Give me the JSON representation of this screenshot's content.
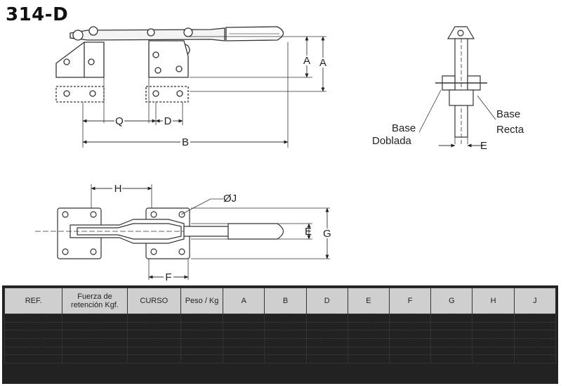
{
  "title": "314-D",
  "labels": {
    "A_inner": "A",
    "A_outer": "A",
    "Q": "Q",
    "D": "D",
    "B": "B",
    "H": "H",
    "J": "ØJ",
    "E_top": "E",
    "G": "G",
    "F": "F",
    "base_doblada_1": "Base",
    "base_doblada_2": "Doblada",
    "base_recta_1": "Base",
    "base_recta_2": "Recta",
    "E_side": "E"
  },
  "table": {
    "headers": [
      "REF.",
      "Fuerza de retención Kgf.",
      "CURSO",
      "Peso / Kg",
      "A",
      "B",
      "D",
      "E",
      "F",
      "G",
      "H",
      "J"
    ],
    "rows": [
      [
        "310-D",
        "170",
        "50",
        "0.3",
        "38",
        "175",
        "19",
        "32",
        "35",
        "49",
        "48",
        "7"
      ],
      [
        "310-R",
        "170",
        "50",
        "0.3",
        "44.5",
        "175",
        "19",
        "6.5",
        "35",
        "",
        "48",
        "7"
      ],
      [
        "314-D",
        "340",
        "64",
        "0.66",
        "51",
        "245",
        "32",
        "44",
        "48",
        "60",
        "72",
        "8.5"
      ],
      [
        "314-R",
        "340",
        "64",
        "0.66",
        "62",
        "245",
        "32",
        "8",
        "48",
        "",
        "72",
        "8.5"
      ],
      [
        "326-D",
        "340",
        "64",
        "0.67",
        "51",
        "248",
        "32",
        "44",
        "48",
        "60",
        "74",
        "8.5"
      ],
      [
        "326-R",
        "340",
        "64",
        "0.67",
        "62",
        "248",
        "32",
        "8",
        "48",
        "",
        "74",
        "8.5"
      ]
    ]
  }
}
